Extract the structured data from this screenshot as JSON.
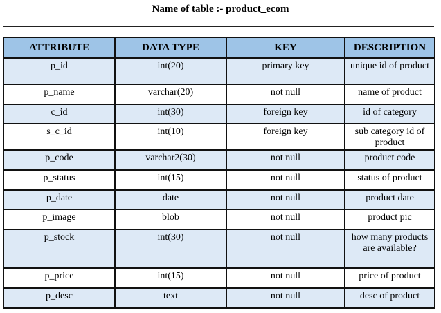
{
  "document": {
    "title": "Name of table :- product_ecom"
  },
  "table": {
    "headers": [
      "ATTRIBUTE",
      "DATA TYPE",
      "KEY",
      "DESCRIPTION"
    ],
    "rows": [
      [
        "p_id",
        "int(20)",
        "primary key",
        "unique id of product"
      ],
      [
        "p_name",
        "varchar(20)",
        "not null",
        "name of product"
      ],
      [
        "c_id",
        "int(30)",
        "foreign key",
        "id of category"
      ],
      [
        "s_c_id",
        "int(10)",
        "foreign key",
        "sub category id of product"
      ],
      [
        "p_code",
        "varchar2(30)",
        "not null",
        "product code"
      ],
      [
        "p_status",
        "int(15)",
        "not null",
        "status of product"
      ],
      [
        "p_date",
        "date",
        "not null",
        "product date"
      ],
      [
        "p_image",
        "blob",
        "not null",
        "product pic"
      ],
      [
        "p_stock",
        "int(30)",
        "not null",
        "how many products are available?"
      ],
      [
        "p_price",
        "int(15)",
        "not null",
        "price of product"
      ],
      [
        "p_desc",
        "text",
        "not null",
        "desc of product"
      ]
    ]
  },
  "colors": {
    "header_fill": "#9ec4e7",
    "row_shade": "#dde9f6",
    "border": "#111111"
  }
}
